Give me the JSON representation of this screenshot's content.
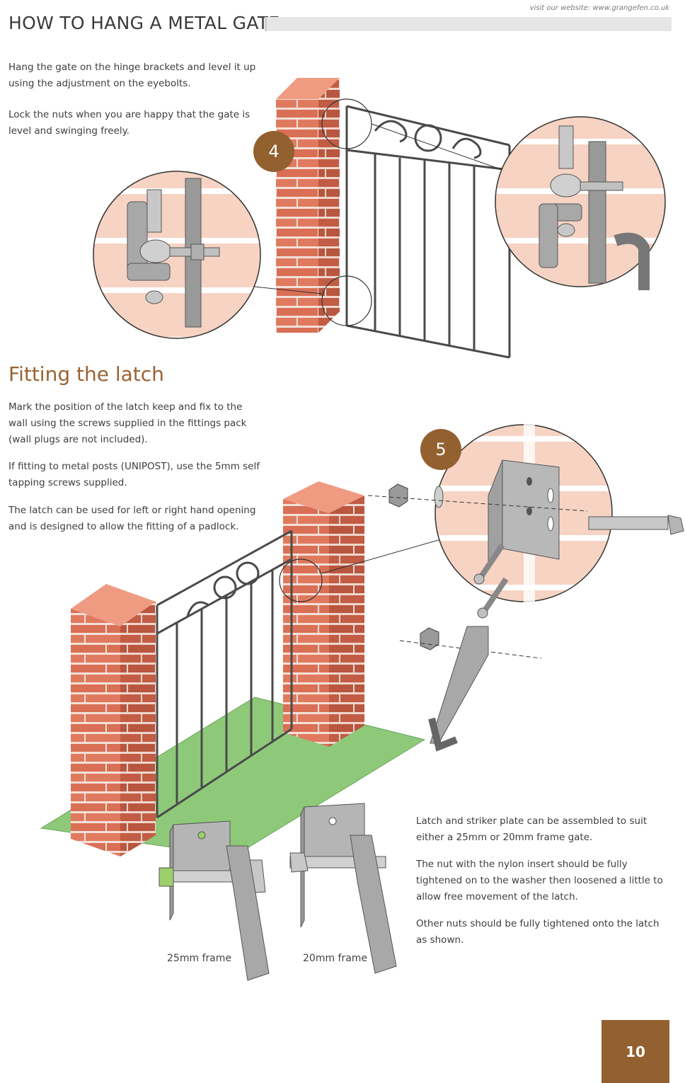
{
  "header": {
    "website": "visit our website: www.grangefen.co.uk",
    "title": "HOW TO HANG A METAL GATE"
  },
  "step4": {
    "badge": "4",
    "paragraphs": [
      "Hang the gate on the hinge brackets and level it up using the adjustment on the eyebolts.",
      "Lock the nuts when you are happy that the gate is level and swinging freely."
    ]
  },
  "latch": {
    "heading": "Fitting the latch",
    "badge": "5",
    "paragraphs": [
      "Mark the position of the latch keep and fix to the wall using the screws supplied in the fittings pack (wall plugs are not included).",
      "If fitting to metal posts (UNIPOST), use the 5mm self tapping screws supplied.",
      "The latch can be used for left or right hand opening and is designed to allow the fitting of a padlock."
    ],
    "assembly_notes": [
      "Latch and striker plate can be assembled to suit either a 25mm or 20mm frame gate.",
      "The nut with the nylon insert should be fully tightened on to the washer then loosened a little to allow free movement of the latch.",
      "Other nuts should be fully tightened onto the latch as shown."
    ],
    "captions": {
      "frame25": "25mm frame",
      "frame20": "20mm frame"
    }
  },
  "footer": {
    "page_number": "10"
  },
  "colors": {
    "brown_accent": "#93602f",
    "heading_brown": "#9a6332",
    "brick": "#e07a5f",
    "wall_pink": "#f6d3c3",
    "grass": "#8ec97a",
    "metal": "#a3a3a3"
  }
}
